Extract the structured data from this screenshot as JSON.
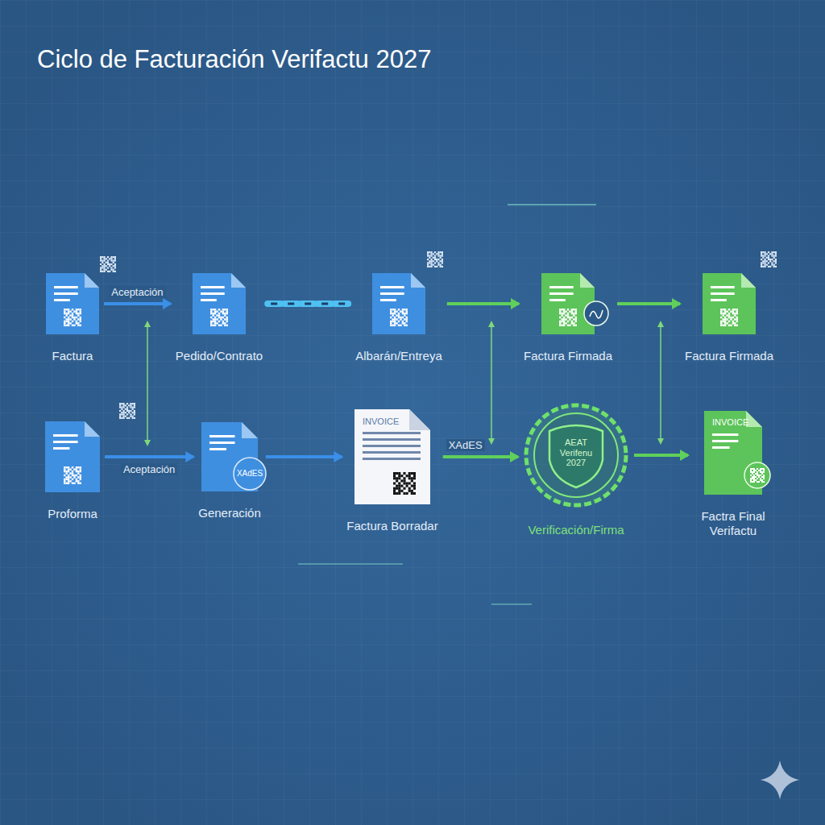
{
  "diagram": {
    "title": "Ciclo de Facturación Verifactu 2027",
    "nodes": [
      {
        "text": [
          "Factura"
        ]
      },
      {
        "text": [
          "Pedido/Contrato"
        ]
      },
      {
        "text": [
          "Albarán/Entreya"
        ]
      },
      {
        "text": [
          "Factura Firmada"
        ]
      },
      {
        "text": [
          "Factura Firmada"
        ]
      },
      {
        "text": [
          "Proforma"
        ]
      },
      {
        "text": [
          "XAdES",
          "Generación"
        ]
      },
      {
        "text": [
          "INVOICE",
          "Factura Borradar"
        ]
      },
      {
        "text": [
          "AEAT Verifenu 2027",
          "Verificación/Firma"
        ]
      },
      {
        "text": [
          "INVOICE",
          "Factra Final Verifactu"
        ]
      }
    ],
    "edges": [
      {
        "from": 0,
        "to": 1,
        "arrow": "to",
        "label": "Aceptación"
      },
      {
        "from": 1,
        "to": 2,
        "arrow": "none"
      },
      {
        "from": 2,
        "to": 3,
        "arrow": "to"
      },
      {
        "from": 3,
        "to": 4,
        "arrow": "to"
      },
      {
        "from": 5,
        "to": 6,
        "arrow": "to",
        "label": "Aceptación"
      },
      {
        "from": 6,
        "to": 7,
        "arrow": "to"
      },
      {
        "from": 7,
        "to": 8,
        "arrow": "to",
        "label": "XAdES"
      },
      {
        "from": 8,
        "to": 9,
        "arrow": "to"
      }
    ]
  }
}
